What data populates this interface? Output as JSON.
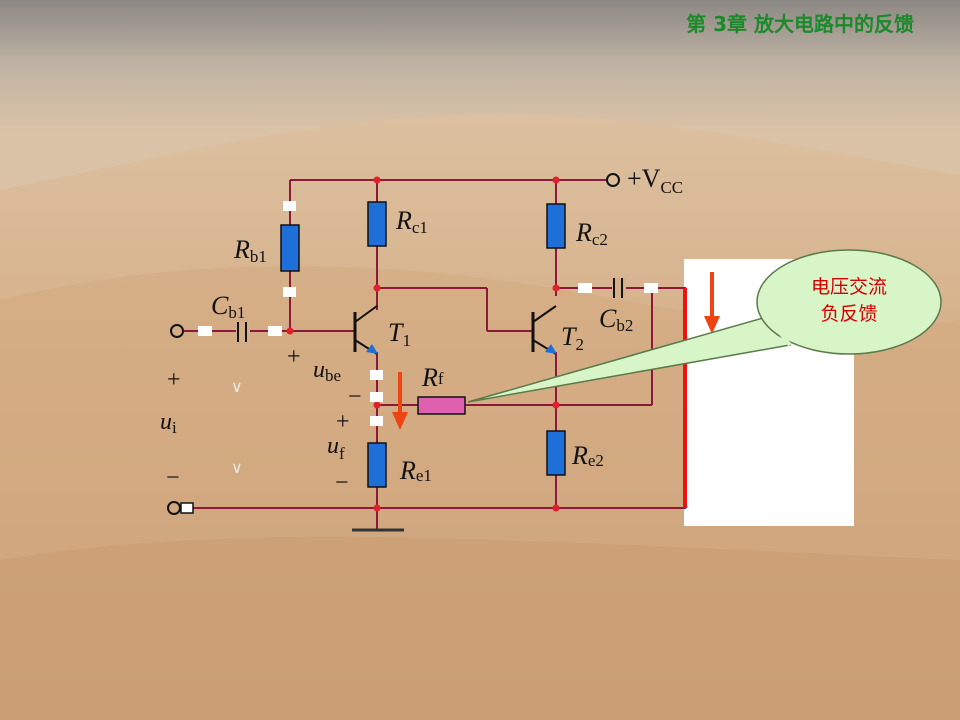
{
  "header": {
    "chapter_title": "第 3章  放大电路中的反馈"
  },
  "supply": {
    "plus": "+",
    "V": "V",
    "sub": "CC"
  },
  "components": {
    "Rb1": {
      "main": "R",
      "sub": "b1"
    },
    "Rc1": {
      "main": "R",
      "sub": "c1"
    },
    "Rc2": {
      "main": "R",
      "sub": "c2"
    },
    "Cb1": {
      "main": "C",
      "sub": "b1"
    },
    "Cb2": {
      "main": "C",
      "sub": "b2"
    },
    "T1": {
      "main": "T",
      "sub": "1"
    },
    "T2": {
      "main": "T",
      "sub": "2"
    },
    "Rf": {
      "main": "R",
      "sub": "f"
    },
    "Re1": {
      "main": "R",
      "sub": "e1"
    },
    "Re2": {
      "main": "R",
      "sub": "e2"
    }
  },
  "signals": {
    "ube": {
      "plus": "+",
      "main": "u",
      "sub": "be",
      "minus": "−"
    },
    "ui": {
      "plus": "+",
      "main": "u",
      "sub": "i",
      "minus": "−"
    },
    "uf": {
      "plus": "+",
      "main": "u",
      "sub": "f",
      "minus": "−"
    },
    "v_marks": [
      "∨",
      "∨"
    ]
  },
  "callout": {
    "line1": "电压交流",
    "line2": "负反馈"
  },
  "colors": {
    "wire": "#8b1a3a",
    "resistor_fill": "#1e6fd8",
    "feedback_resistor_fill": "#e060b0",
    "arrow": "#ee4411",
    "feedback_line": "#ee1111",
    "callout_fill": "#d8f5c8",
    "title": "#1a8a2a"
  }
}
